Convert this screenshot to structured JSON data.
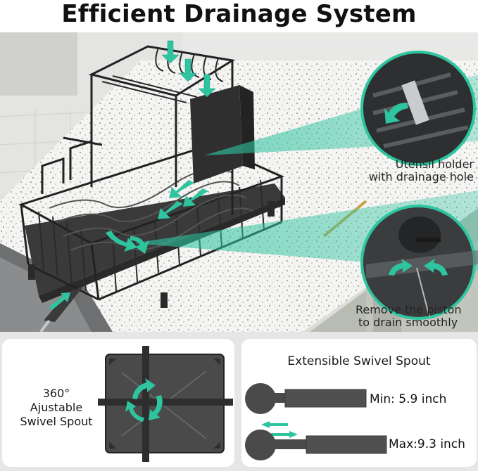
{
  "title": "Efficient Drainage System",
  "hero": {
    "callouts": [
      {
        "id": "utensil",
        "lines": [
          "Utensil holder",
          "with drainage hole"
        ]
      },
      {
        "id": "piston",
        "lines": [
          "Remove the piston",
          "to  drain smoothly"
        ]
      }
    ],
    "icons": [
      "down-arrow-icon",
      "curved-arrow-icon",
      "magnifier-circle"
    ]
  },
  "panels": {
    "swivel": {
      "label_lines": [
        "360°",
        "Ajustable",
        "Swivel Spout"
      ],
      "icon": "rotate-arrows-icon"
    },
    "extensible": {
      "title": "Extensible Swivel Spout",
      "min_label": "Min: 5.9 inch",
      "max_label": "Max:9.3 inch",
      "icon": "swap-arrows-icon"
    }
  },
  "colors": {
    "accent": "#2ec4a0",
    "rack": "#2b2b2b",
    "tray": "#3a3a3a",
    "counter": "#f2f2f0",
    "panel_bg": "#e6e6e6"
  }
}
